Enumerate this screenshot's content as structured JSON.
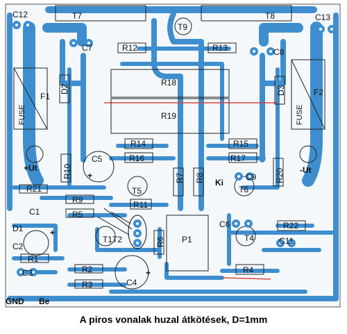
{
  "caption": "A piros vonalak huzal átkötések, D=1mm",
  "labels": {
    "c12": "C12",
    "t7": "T7",
    "t8": "T8",
    "c13": "C13",
    "c7": "C7",
    "r12": "R12",
    "r13": "R13",
    "c8": "C8",
    "t9": "T9",
    "d2": "D2",
    "d3": "D3",
    "r18": "R18",
    "r19": "R19",
    "f1": "F1",
    "f2": "F2",
    "fuse_left": "FUSE",
    "fuse_right": "FUSE",
    "r14": "R14",
    "r15": "R15",
    "r16": "R16",
    "r17": "R17",
    "c5": "C5",
    "r10": "R10",
    "r20": "R20",
    "t5": "T5",
    "t6": "T6",
    "r7": "R7",
    "r8": "R8",
    "c9": "C9",
    "r9": "R9",
    "r11": "R11",
    "r21": "R21",
    "c1": "C1",
    "r5": "R5",
    "d1": "D1",
    "t1t2": "T1T2",
    "r6": "R6",
    "p1": "P1",
    "c6": "C6",
    "t4": "T4",
    "r22": "R22",
    "c11": "C11",
    "c2": "C2",
    "r1": "R1",
    "r2": "R2",
    "r3": "R3",
    "r4": "R4",
    "c3": "C3",
    "c4": "C4",
    "plus_ut": "+Ut",
    "minus_ut": "-Ut",
    "ki": "Ki",
    "gnd": "GND",
    "be": "Be",
    "plus_c5": "+",
    "plus_c2": "+",
    "plus_c4": "+"
  },
  "colors": {
    "trace": "#3e8ecf",
    "trace_light": "#7fb6e4",
    "jumper": "#d64545",
    "silk": "#222222"
  }
}
